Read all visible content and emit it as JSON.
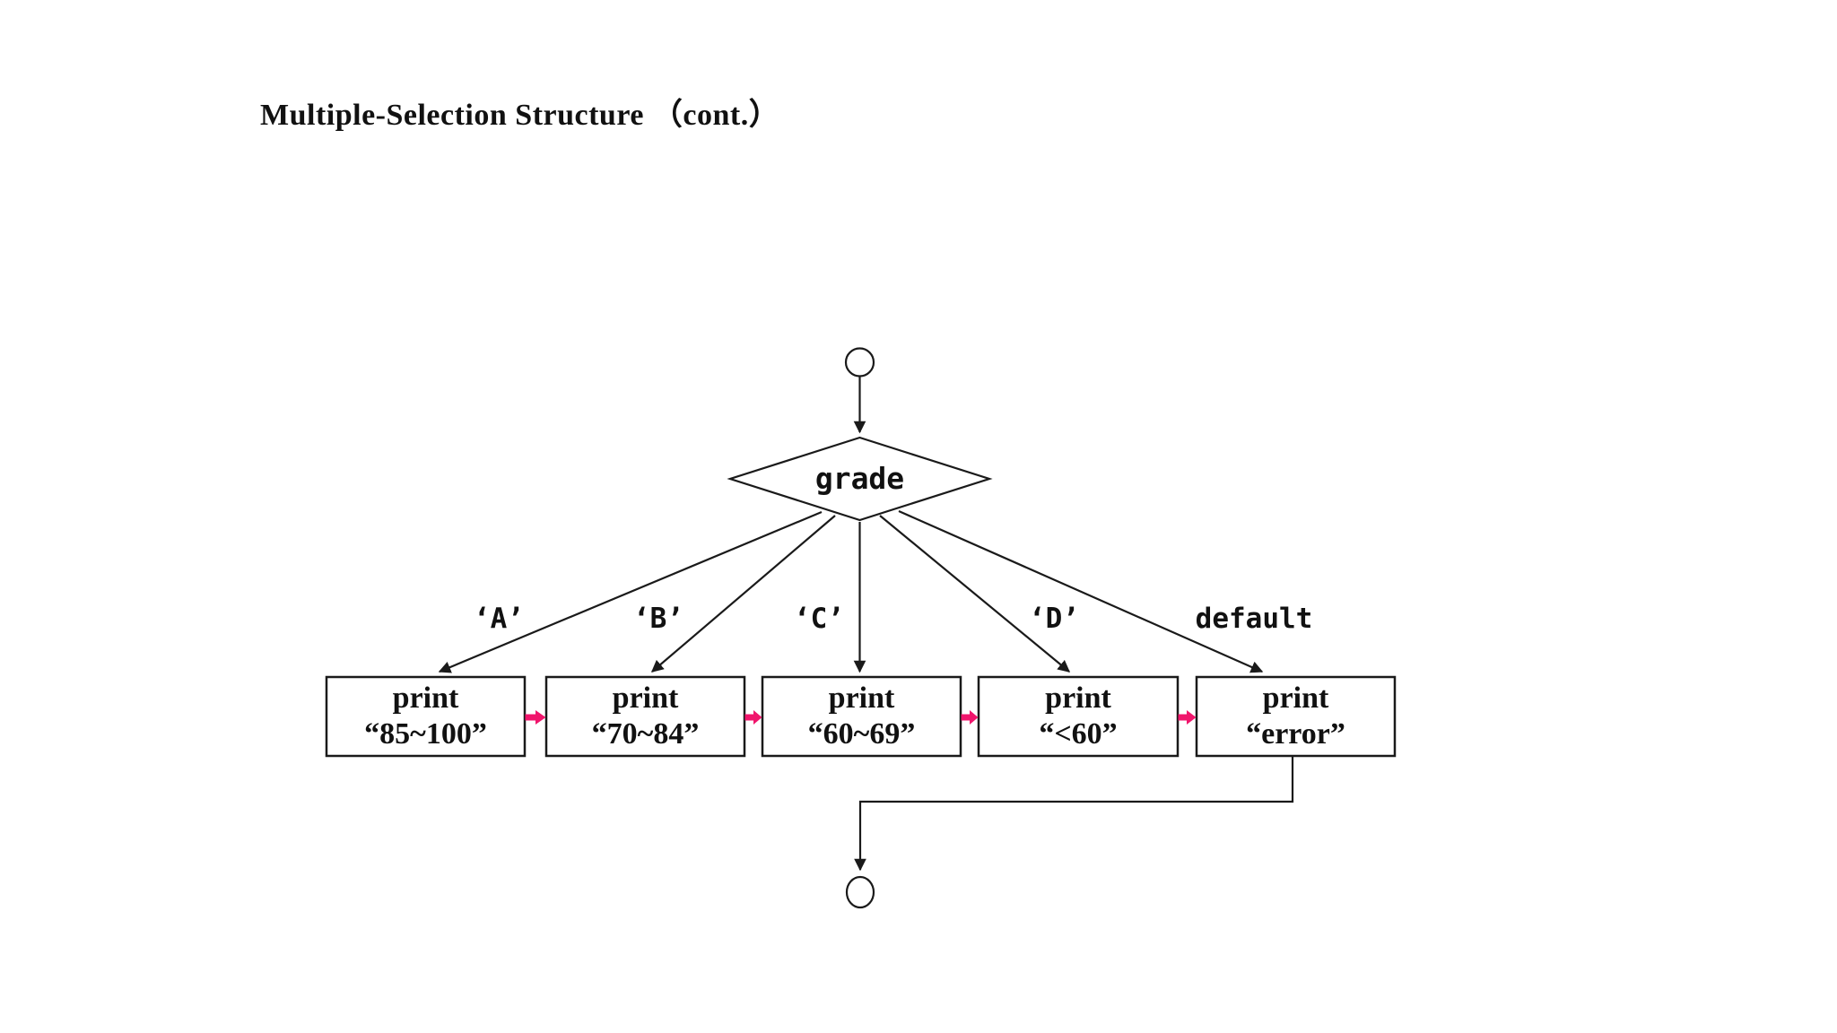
{
  "slide": {
    "title": "Multiple-Selection Structure （cont.）"
  },
  "flowchart": {
    "decision": {
      "label": "grade"
    },
    "branches": [
      {
        "case_label": "‘A’",
        "box_line1": "print",
        "box_line2": "“85~100”"
      },
      {
        "case_label": "‘B’",
        "box_line1": "print",
        "box_line2": "“70~84”"
      },
      {
        "case_label": "‘C’",
        "box_line1": "print",
        "box_line2": "“60~69”"
      },
      {
        "case_label": "‘D’",
        "box_line1": "print",
        "box_line2": "“<60”"
      },
      {
        "case_label": "default",
        "box_line1": "print",
        "box_line2": "“error”"
      }
    ],
    "colors": {
      "line": "#1a1a1a",
      "break_arrow": "#f0156c",
      "shape_fill": "#ffffff"
    }
  }
}
